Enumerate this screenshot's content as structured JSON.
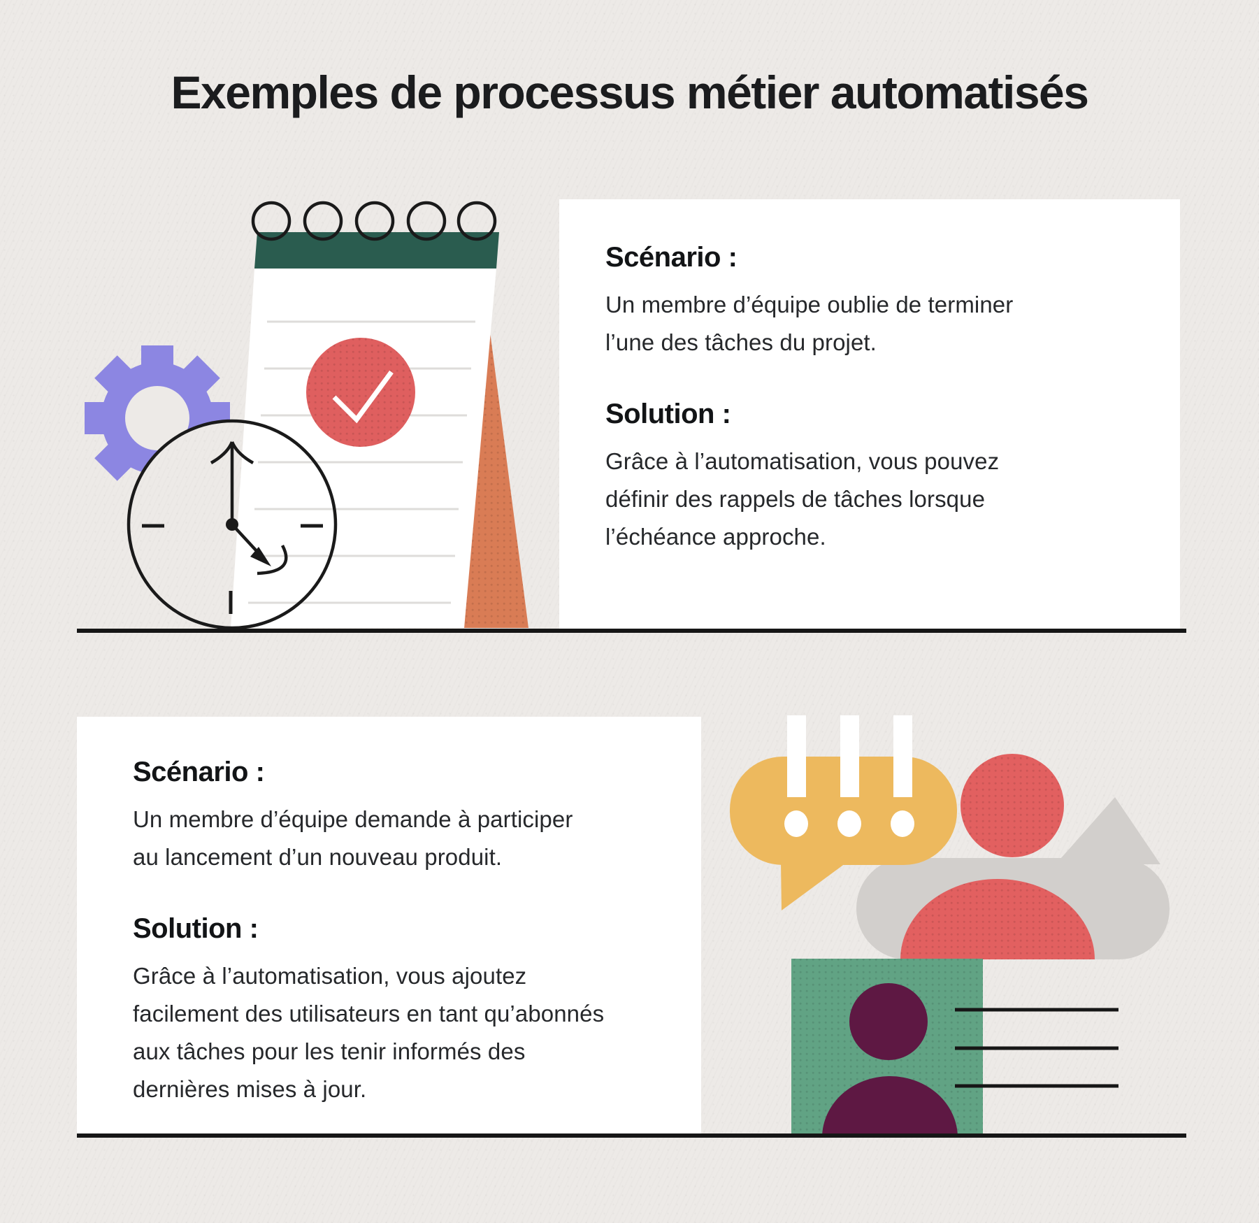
{
  "title": "Exemples de processus métier automatisés",
  "sections": [
    {
      "id": "rappels-de-taches",
      "scenario_label": "Scénario :",
      "scenario_lines": [
        "Un membre d’équipe oublie de terminer",
        "l’une des tâches du projet."
      ],
      "solution_label": "Solution :",
      "solution_lines": [
        "Grâce à l’automatisation, vous pouvez",
        "définir des rappels de tâches lorsque",
        "l’échéance approche."
      ]
    },
    {
      "id": "abonnes-aux-taches",
      "scenario_label": "Scénario :",
      "scenario_lines": [
        "Un membre d’équipe demande à participer",
        "au lancement d’un nouveau produit."
      ],
      "solution_label": "Solution :",
      "solution_lines": [
        "Grâce à l’automatisation, vous ajoutez",
        "facilement des utilisateurs en tant qu’abonnés",
        "aux tâches pour les tenir informés des",
        "dernières mises à jour."
      ]
    }
  ],
  "illustrations": {
    "top": [
      "gear-icon",
      "clock-icon",
      "notepad-icon",
      "check-circle-icon",
      "easel-leg-shape"
    ],
    "bottom": [
      "alert-speech-bubble-icon",
      "speech-bubble-icon",
      "team-member-avatar",
      "subscriber-card-icon",
      "text-lines"
    ]
  },
  "colors": {
    "background": "#EDEAE7",
    "card": "#FFFFFF",
    "text": "#26282B",
    "heading": "#121416",
    "rule": "#161616",
    "purple": "#8C86E2",
    "teal": "#2A5C4F",
    "coral": "#DF5F5F",
    "orange": "#D97C55",
    "yellow": "#EDB95E",
    "gray": "#D2CFCC",
    "red": "#E26060",
    "green": "#61A384",
    "maroon": "#5E1843",
    "ruled_line": "#DEDCDA",
    "check": "#FFFFFF"
  }
}
